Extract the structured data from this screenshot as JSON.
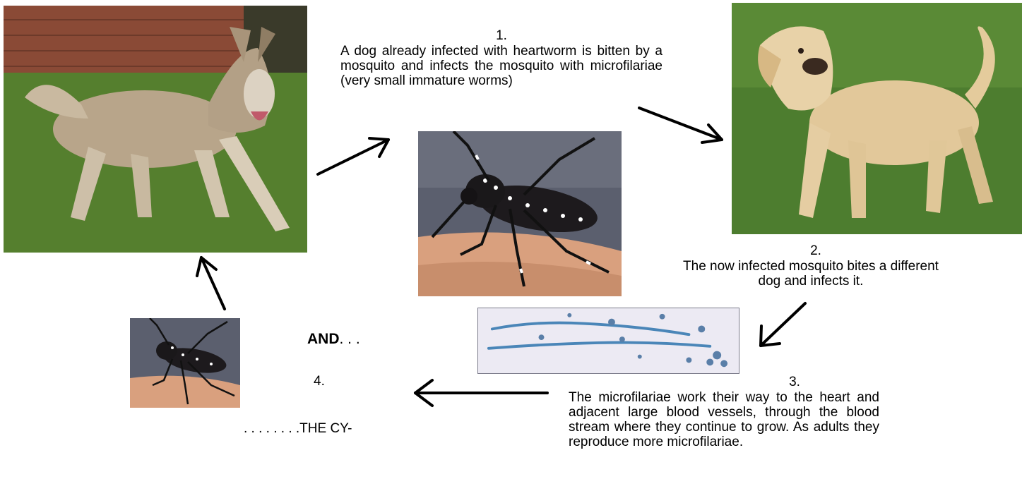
{
  "step1": {
    "number": "1.",
    "text": "A dog already infected with heartworm is bitten by a mosquito and infects the mosquito with microfilariae (very small immature worms)"
  },
  "step2": {
    "number": "2.",
    "text": "The now infected mosquito bites a different dog and infects it."
  },
  "step3": {
    "number": "3.",
    "text": "The microfilariae work their way to the heart and adjacent large blood vessels, through the blood stream where they continue to grow.   As adults they reproduce more microfilariae."
  },
  "step4": {
    "and_bold": "AND",
    "and_dots": ". . .",
    "number": "4.",
    "cycle_text": ". . . . . . . .THE CY-"
  },
  "images": {
    "infected_dog": "wolf-like dog walking on grass",
    "mosquito_large": "striped mosquito biting skin",
    "healthy_dog": "yellow labrador on grass",
    "microfilariae": "microfilariae under microscope",
    "mosquito_small": "striped mosquito biting skin"
  },
  "colors": {
    "grass": "#4f7a2c",
    "mosquito_bg": "#5b5f6e",
    "skin": "#d9a07e",
    "lab_fur": "#e2c89a",
    "slide_bg": "#eceaf3",
    "worm": "#4a86b8"
  }
}
